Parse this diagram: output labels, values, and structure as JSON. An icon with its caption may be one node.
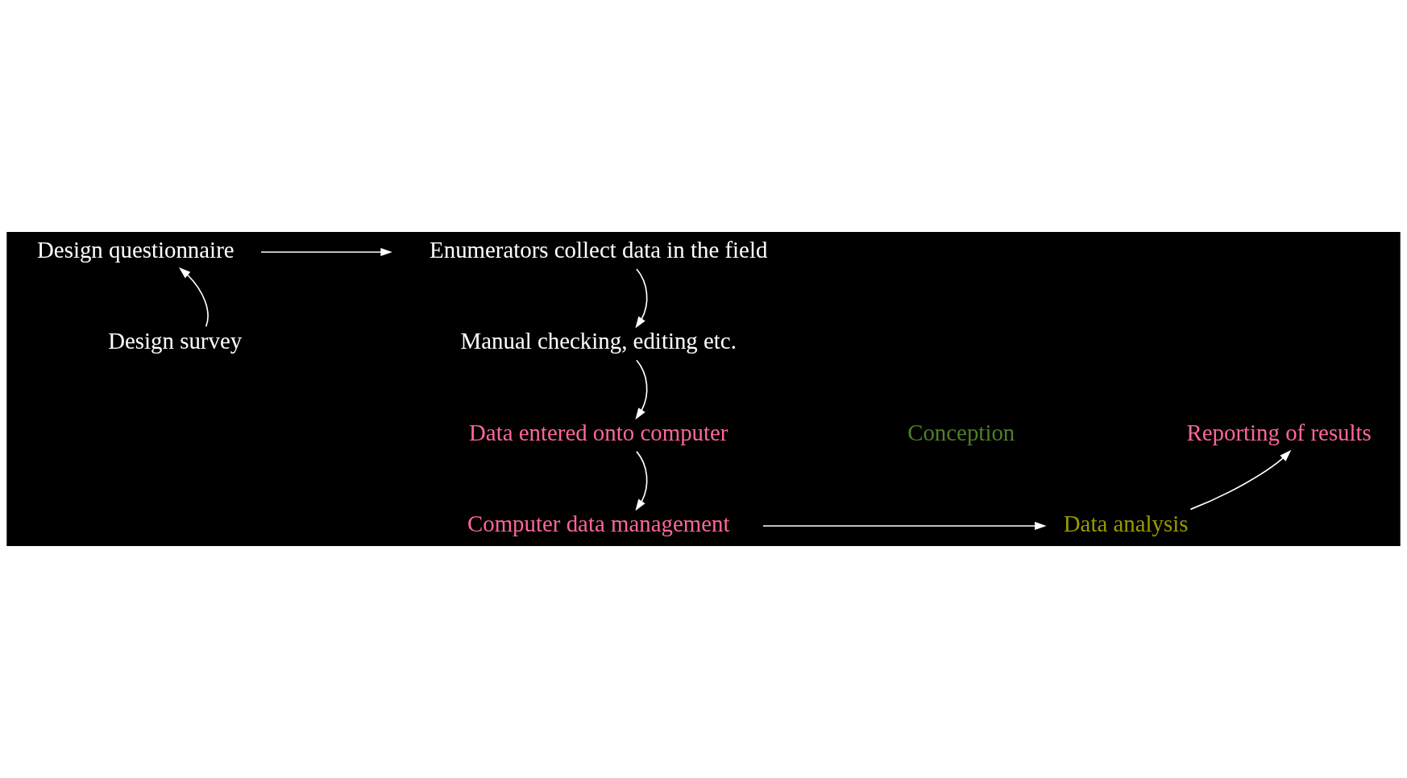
{
  "diagram": {
    "nodes": [
      {
        "text": [
          "Design questionnaire"
        ]
      },
      {
        "text": [
          "Enumerators collect data in the field"
        ]
      },
      {
        "text": [
          "Manual checking, editing etc."
        ]
      },
      {
        "text": [
          "Data entered onto computer"
        ]
      },
      {
        "text": [
          "Computer data management"
        ]
      },
      {
        "text": [
          "Data analysis"
        ]
      },
      {
        "text": [
          "Reporting of results"
        ]
      },
      {
        "text": [
          "Design survey"
        ]
      }
    ],
    "edges": [
      {
        "from": 7,
        "to": 0,
        "arrow": "to"
      },
      {
        "from": 0,
        "to": 1,
        "arrow": "to"
      },
      {
        "from": 1,
        "to": 2,
        "arrow": "to"
      },
      {
        "from": 2,
        "to": 3,
        "arrow": "to"
      },
      {
        "from": 3,
        "to": 4,
        "arrow": "to"
      },
      {
        "from": 4,
        "to": 5,
        "arrow": "to"
      },
      {
        "from": 5,
        "to": 6,
        "arrow": "to"
      }
    ],
    "labels": [
      "Conception"
    ]
  }
}
